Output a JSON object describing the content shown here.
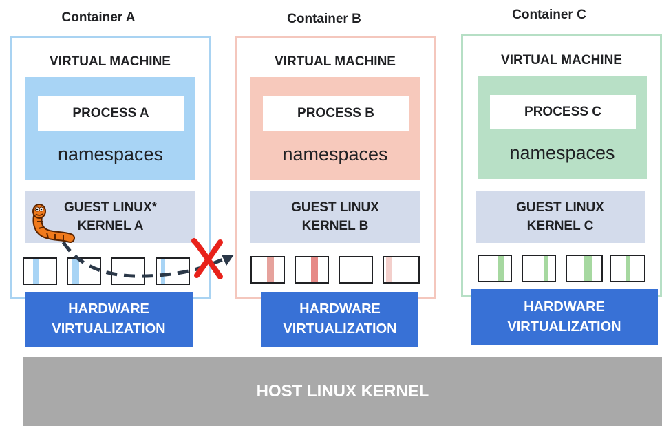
{
  "containers": [
    {
      "title": "Container A",
      "vm_label": "VIRTUAL MACHINE",
      "process": "PROCESS A",
      "namespaces": "namespaces",
      "kernel_line1": "GUEST LINUX*",
      "kernel_line2": "KERNEL A",
      "hardware_line1": "HARDWARE",
      "hardware_line2": "VIRTUALIZATION",
      "frame_color": "#a9d3f2",
      "area_color": "#a8d4f5",
      "stripe_color": "#a8d4f5"
    },
    {
      "title": "Container B",
      "vm_label": "VIRTUAL MACHINE",
      "process": "PROCESS B",
      "namespaces": "namespaces",
      "kernel_line1": "GUEST LINUX",
      "kernel_line2": "KERNEL B",
      "hardware_line1": "HARDWARE",
      "hardware_line2": "VIRTUALIZATION",
      "frame_color": "#f4c7bd",
      "area_color": "#f7c9bc",
      "stripe_color": "#e69a96"
    },
    {
      "title": "Container C",
      "vm_label": "VIRTUAL MACHINE",
      "process": "PROCESS C",
      "namespaces": "namespaces",
      "kernel_line1": "GUEST LINUX",
      "kernel_line2": "KERNEL C",
      "hardware_line1": "HARDWARE",
      "hardware_line2": "VIRTUALIZATION",
      "frame_color": "#b6dfc5",
      "area_color": "#b8e0c6",
      "stripe_color": "#a6d8a0"
    }
  ],
  "host_kernel": "HOST LINUX KERNEL",
  "icons": {
    "worm": "worm-icon",
    "blocked": "x-mark-icon",
    "attack_path": "dashed-arrow"
  },
  "colors": {
    "hardware": "#3871d6",
    "host": "#a9a9a9",
    "kernel": "#d3dbeb",
    "x_mark": "#e8221b"
  }
}
